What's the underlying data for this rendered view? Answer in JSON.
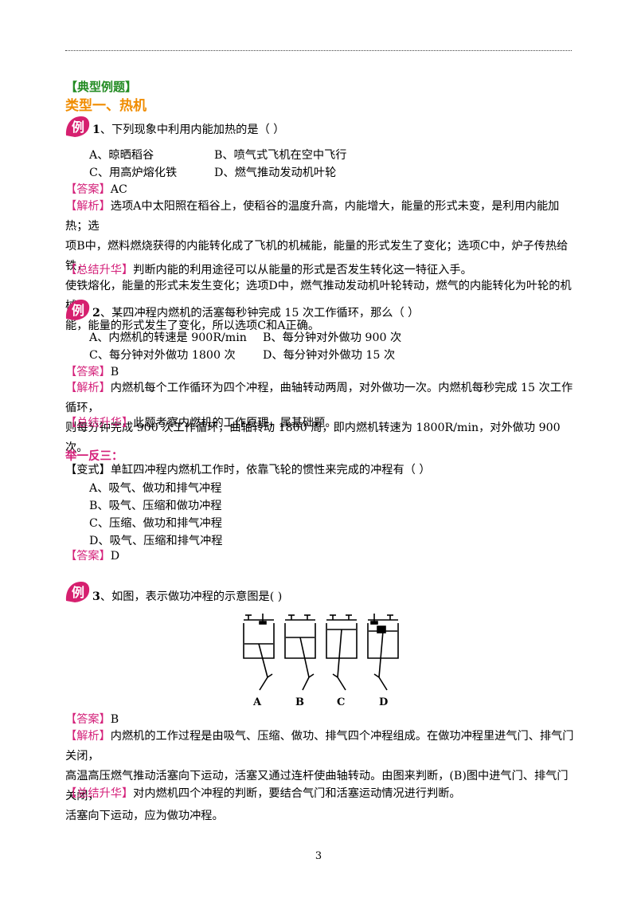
{
  "section_header": "【典型例题】",
  "type_heading": "类型一、热机",
  "badge_char": "例",
  "q1": {
    "num": "1",
    "stem": "、下列现象中利用内能加热的是（     ）",
    "options": [
      "A、晾晒稻谷",
      "B、喷气式飞机在空中飞行",
      "C、用高炉熔化铁",
      "D、燃气推动发动机叶轮"
    ],
    "answer_tag": "【答案】",
    "answer": "AC",
    "analysis_tag": "【解析】",
    "analysis": [
      "选项A中太阳照在稻谷上，使稻谷的温度升高，内能增大，能量的形式未变，是利用内能加热；选",
      "项B中，燃料燃烧获得的内能转化成了飞机的机械能，能量的形式发生了变化；选项C中，炉子传热给铁，",
      "使铁熔化，能量的形式未发生变化；选项D中，燃气推动发动机叶轮转动，燃气的内能转化为叶轮的机械",
      "能，能量的形式发生了变化，所以选项C和A正确。"
    ],
    "summary_tag": "【总结升华】",
    "summary": "判断内能的利用途径可以从能量的形式是否发生转化这一特征入手。"
  },
  "q2": {
    "num": "2",
    "stem": "、某四冲程内燃机的活塞每秒钟完成 15 次工作循环，那么（     ）",
    "options": [
      "A、内燃机的转速是 900R/min",
      "B、每分钟对外做功 900 次",
      "C、每分钟对外做功 1800 次",
      "D、每分钟对外做功 15 次"
    ],
    "answer_tag": "【答案】",
    "answer": "B",
    "analysis_tag": "【解析】",
    "analysis": [
      "内燃机每个工作循环为四个冲程，曲轴转动两周，对外做功一次。内燃机每秒完成 15 次工作循环，",
      "则每分钟完成 900 次工作循环，曲轴转动 1800 周，即内燃机转速为 1800R/min，对外做功 900 次。"
    ],
    "summary_tag": "【总结升华】",
    "summary": "此题考察内燃机的工作原理，属基础题。"
  },
  "variant_heading": "举一反三：",
  "variant": {
    "tag": "【变式】",
    "stem": "单缸四冲程内燃机工作时，依靠飞轮的惯性来完成的冲程有（     ）",
    "options": [
      "A、吸气、做功和排气冲程",
      "B、吸气、压缩和做功冲程",
      "C、压缩、做功和排气冲程",
      "D、吸气、压缩和排气冲程"
    ],
    "answer_tag": "【答案】",
    "answer": "D"
  },
  "q3": {
    "num": "3",
    "stem": "、如图，表示做功冲程的示意图是(           )",
    "figure_labels": [
      "A",
      "B",
      "C",
      "D"
    ],
    "answer_tag": "【答案】",
    "answer": "B",
    "analysis_tag": "【解析】",
    "analysis": [
      "内燃机的工作过程是由吸气、压缩、做功、排气四个冲程组成。在做功冲程里进气门、排气门关闭，",
      "高温高压燃气推动活塞向下运动，活塞又通过连杆使曲轴转动。由图来判断，(B)图中进气门、排气门关闭，",
      "活塞向下运动，应为做功冲程。"
    ],
    "summary_tag": "【总结升华】",
    "summary": "对内燃机四个冲程的判断，要结合气门和活塞运动情况进行判断。"
  },
  "page_number": "3",
  "colors": {
    "tag": "#d4217a",
    "section": "#228b22",
    "type": "#f08c00",
    "badge": "#d6206f"
  }
}
